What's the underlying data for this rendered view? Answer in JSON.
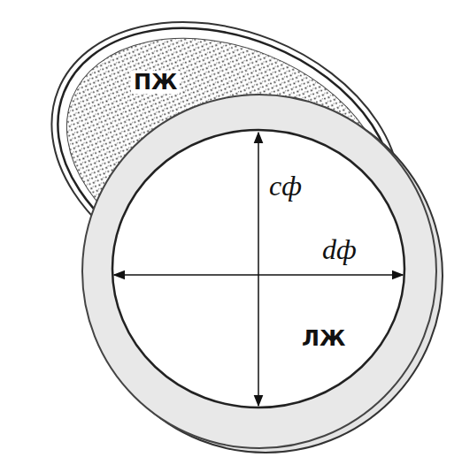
{
  "diagram": {
    "labels": [
      "ПЖ",
      "cф",
      "dф",
      "ЛЖ"
    ]
  }
}
